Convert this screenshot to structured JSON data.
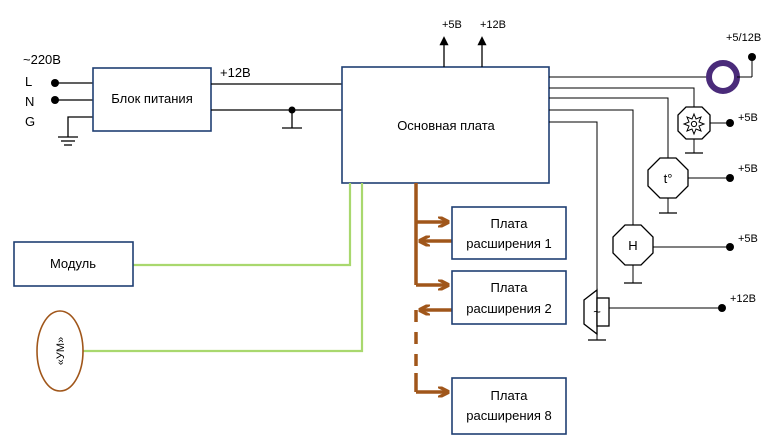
{
  "colors": {
    "box_border": "#1f3f73",
    "wire": "#000000",
    "green_link": "#a9d86e",
    "expansion_bus": "#a0561a",
    "ring": "#4a2b7a"
  },
  "mains": {
    "voltage": "~220В",
    "pins": [
      "L",
      "N",
      "G"
    ]
  },
  "power_supply": {
    "label": "Блок питания",
    "output": "+12В"
  },
  "main_board": {
    "label": "Основная плата"
  },
  "top_outputs": [
    "+5В",
    "+12В"
  ],
  "ring_output": "+5/12В",
  "sensors": {
    "light_supply": "+5В",
    "temp_symbol": "t°",
    "temp_supply": "+5В",
    "humidity_symbol": "H",
    "humidity_supply": "+5В",
    "ac_symbol": "~",
    "ac_supply": "+12В"
  },
  "module": {
    "label": "Модуль"
  },
  "amp": {
    "label": "«УМ»"
  },
  "expansion": [
    {
      "line1": "Плата",
      "line2": "расширения 1"
    },
    {
      "line1": "Плата",
      "line2": "расширения 2"
    },
    {
      "line1": "Плата",
      "line2": "расширения 8"
    }
  ]
}
